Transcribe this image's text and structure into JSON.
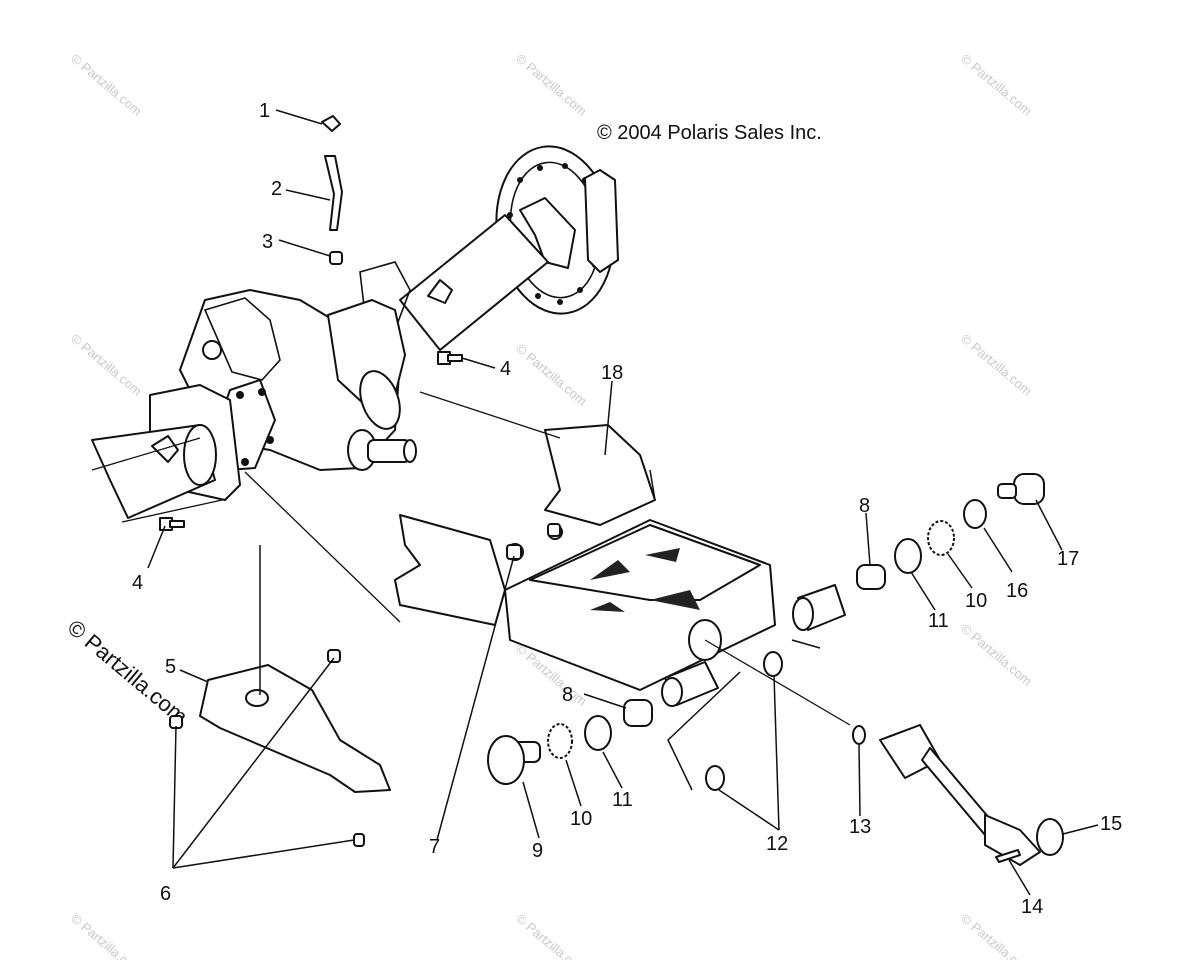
{
  "copyright": "© 2004 Polaris Sales Inc.",
  "watermark_side": "© Partzilla.com",
  "watermark_tile": "© Partzilla.com",
  "callouts": [
    "1",
    "2",
    "3",
    "4",
    "4",
    "5",
    "6",
    "7",
    "8",
    "8",
    "9",
    "10",
    "10",
    "11",
    "11",
    "12",
    "13",
    "14",
    "15",
    "16",
    "17",
    "18"
  ]
}
